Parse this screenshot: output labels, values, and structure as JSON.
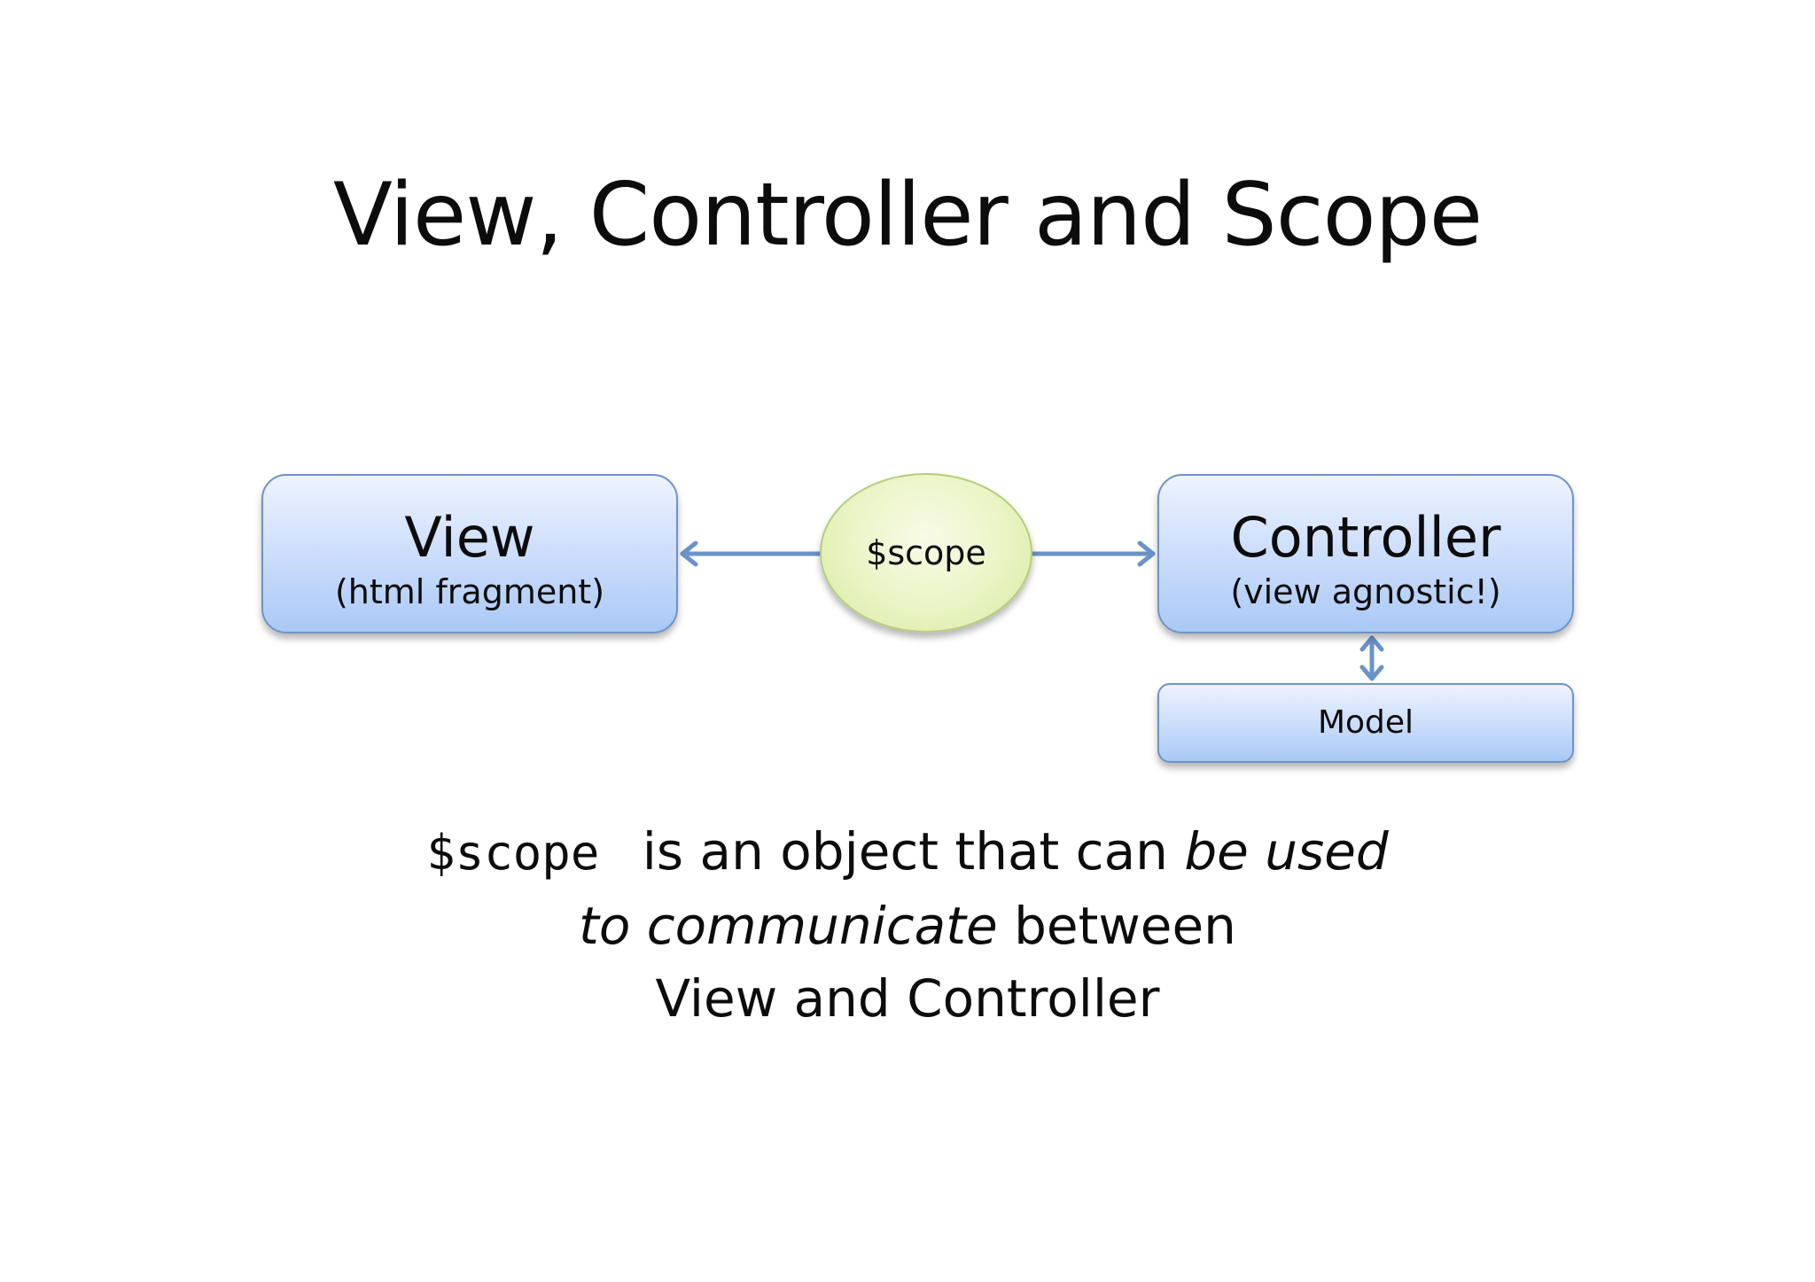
{
  "title": "View, Controller and Scope",
  "view_box": {
    "title": "View",
    "subtitle": "(html fragment)"
  },
  "scope_node": {
    "label": "$scope"
  },
  "controller_box": {
    "title": "Controller",
    "subtitle": "(view agnostic!)"
  },
  "model_box": {
    "label": "Model"
  },
  "caption": {
    "code": "$scope",
    "text1": "is an object that can",
    "italic1": "be used",
    "italic2": "to communicate",
    "text2": "between",
    "line3": "View and Controller"
  },
  "colors": {
    "box_border": "#6f93c6",
    "box_fill": "#c9dcfb",
    "ellipse_fill": "#eaf4c4",
    "arrow": "#6a93c8"
  }
}
